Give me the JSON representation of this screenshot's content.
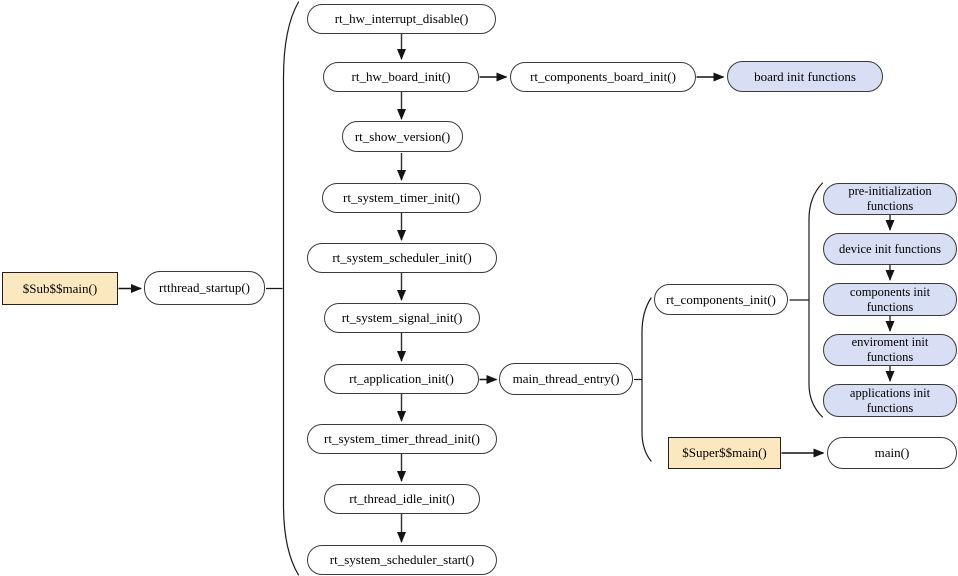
{
  "diagram": {
    "colors": {
      "background": "#ffffff",
      "node_fill": "#ffffff",
      "entry_fill": "#fce8be",
      "group_fill": "#d8def3",
      "border": "#3a3a3a",
      "arrow": "#222222"
    },
    "nodes": {
      "sub_main": "$Sub$$main()",
      "rtthread_startup": "rtthread_startup()",
      "hw_interrupt_disable": "rt_hw_interrupt_disable()",
      "hw_board_init": "rt_hw_board_init()",
      "components_board_init": "rt_components_board_init()",
      "board_init_functions": "board init functions",
      "show_version": "rt_show_version()",
      "system_timer_init": "rt_system_timer_init()",
      "system_scheduler_init": "rt_system_scheduler_init()",
      "system_signal_init": "rt_system_signal_init()",
      "application_init": "rt_application_init()",
      "main_thread_entry": "main_thread_entry()",
      "components_init": "rt_components_init()",
      "pre_initialization_functions": "pre-initialization functions",
      "device_init_functions": "device init functions",
      "components_init_functions": "components init functions",
      "environment_init_functions": "enviroment init functions",
      "applications_init_functions": "applications init functions",
      "super_main": "$Super$$main()",
      "main": "main()",
      "system_timer_thread_init": "rt_system_timer_thread_init()",
      "thread_idle_init": "rt_thread_idle_init()",
      "system_scheduler_start": "rt_system_scheduler_start()"
    }
  }
}
